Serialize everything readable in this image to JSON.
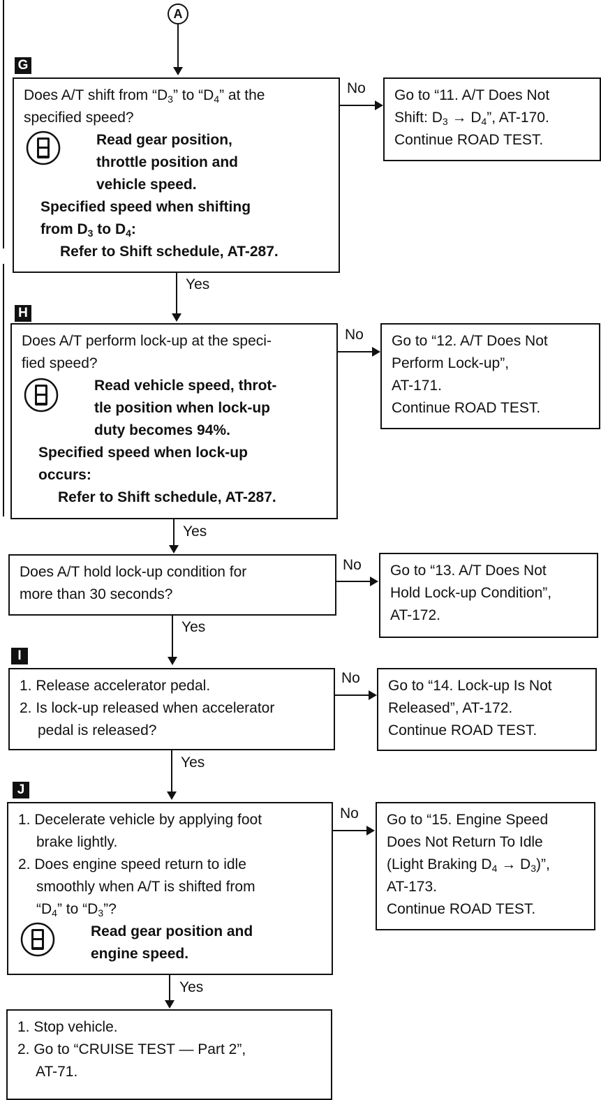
{
  "start_connector": "A",
  "edge_marks": true,
  "steps": {
    "G": "G",
    "H": "H",
    "I": "I",
    "J": "J"
  },
  "labels": {
    "no": "No",
    "yes": "Yes"
  },
  "icons": {
    "consult": "consult-tester-icon"
  },
  "boxes": {
    "g": {
      "q1": "Does A/T shift from “D",
      "q1_sub1": "3",
      "q1b": "” to “D",
      "q1_sub2": "4",
      "q1c": "” at the",
      "q2": "specified speed?",
      "r1": "Read gear position,",
      "r2": "throttle position and",
      "r3": "vehicle speed.",
      "s1": "Specified speed when shifting",
      "s2a": "from D",
      "s2_sub1": "3",
      "s2b": " to D",
      "s2_sub2": "4",
      "s2c": ":",
      "s3": "Refer to Shift schedule, AT-287."
    },
    "g_no": {
      "l1": "Go to “11. A/T Does Not",
      "l2a": "Shift: D",
      "l2_sub1": "3",
      "l2b": " → D",
      "l2_sub2": "4",
      "l2c": "”, AT-170.",
      "l3": "Continue ROAD TEST."
    },
    "h": {
      "q1": "Does A/T perform lock-up at the speci-",
      "q2": "fied speed?",
      "r1": "Read vehicle speed, throt-",
      "r2": "tle position when lock-up",
      "r3": "duty becomes 94%.",
      "s1": "Specified speed when lock-up",
      "s2": "occurs:",
      "s3": "Refer to Shift schedule, AT-287."
    },
    "h_no": {
      "l1": "Go to “12. A/T Does Not",
      "l2": "Perform Lock-up”,",
      "l3": "AT-171.",
      "l4": "Continue ROAD TEST."
    },
    "hold": {
      "l1": "Does A/T hold lock-up condition for",
      "l2": "more than 30 seconds?"
    },
    "hold_no": {
      "l1": "Go to “13. A/T Does Not",
      "l2": "Hold Lock-up Condition”,",
      "l3": "AT-172."
    },
    "i": {
      "l1": "1. Release accelerator pedal.",
      "l2": "2. Is lock-up released when accelerator",
      "l3": "pedal is released?"
    },
    "i_no": {
      "l1": "Go to “14. Lock-up Is Not",
      "l2": "Released”, AT-172.",
      "l3": "Continue ROAD TEST."
    },
    "j": {
      "l1": "1. Decelerate vehicle by applying foot",
      "l2": "brake lightly.",
      "l3": "2. Does engine speed return to idle",
      "l4": "smoothly when A/T is shifted from",
      "l5a": "“D",
      "l5_sub1": "4",
      "l5b": "” to “D",
      "l5_sub2": "3",
      "l5c": "”?",
      "r1": "Read gear position and",
      "r2": "engine speed."
    },
    "j_no": {
      "l1": "Go to “15. Engine Speed",
      "l2": "Does Not Return To Idle",
      "l3a": "(Light Braking D",
      "l3_sub1": "4",
      "l3b": " → D",
      "l3_sub2": "3",
      "l3c": ")”,",
      "l4": "AT-173.",
      "l5": "Continue ROAD TEST."
    },
    "final": {
      "l1": "1. Stop vehicle.",
      "l2": "2. Go to “CRUISE TEST — Part 2”,",
      "l3": "AT-71."
    }
  }
}
